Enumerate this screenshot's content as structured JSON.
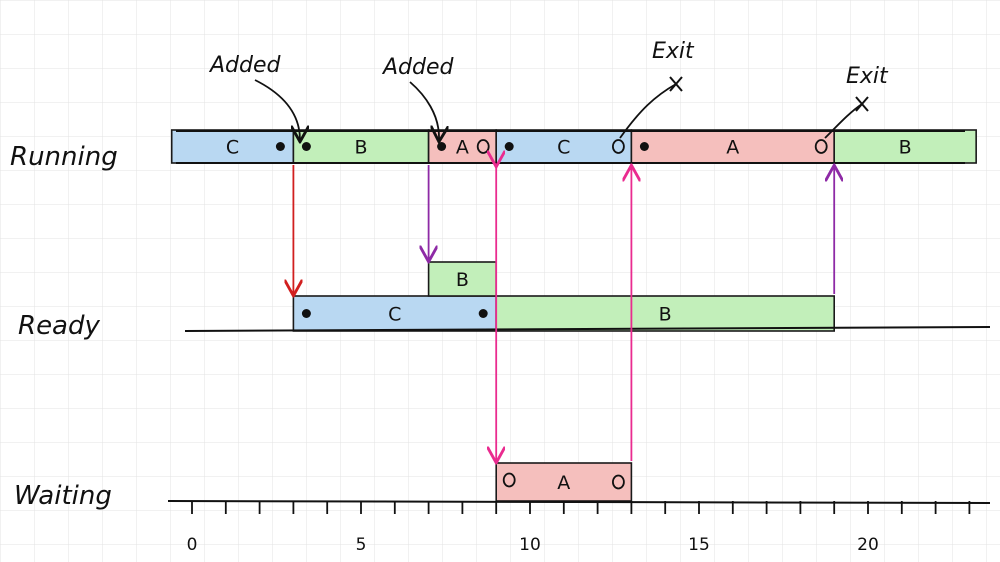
{
  "rows": {
    "running": "Running",
    "ready": "Ready",
    "waiting": "Waiting"
  },
  "annotations": {
    "added_1": "Added",
    "added_2": "Added",
    "exit_1": "Exit",
    "exit_2": "Exit"
  },
  "axis": {
    "min": 0,
    "max": 23,
    "tick_labels": [
      "0",
      "5",
      "10",
      "15",
      "20"
    ]
  },
  "colors": {
    "C": "#b9d8f2",
    "B": "#c2efba",
    "A": "#f5bfbd",
    "arrow_red": "#d11f1f",
    "arrow_purple": "#8e2aa6",
    "arrow_pink": "#ea2b8f"
  },
  "segments": {
    "running": [
      {
        "name": "C",
        "start": -0.6,
        "end": 3,
        "color": "C",
        "label": "C",
        "dot_end": true
      },
      {
        "name": "B",
        "start": 3,
        "end": 7,
        "color": "B",
        "label": "B",
        "dot_start": true
      },
      {
        "name": "A",
        "start": 7,
        "end": 9,
        "color": "A",
        "label": "A",
        "dot_start": true,
        "circle_end": true
      },
      {
        "name": "C",
        "start": 9,
        "end": 13,
        "color": "C",
        "label": "C",
        "dot_start": true,
        "circle_end": true
      },
      {
        "name": "A",
        "start": 13,
        "end": 19,
        "color": "A",
        "label": "A",
        "dot_start": true,
        "circle_end": true
      },
      {
        "name": "B",
        "start": 19,
        "end": 23.2,
        "color": "B",
        "label": "B"
      }
    ],
    "ready": [
      {
        "name": "C",
        "start": 3,
        "end": 9,
        "color": "C",
        "label": "C",
        "dot_start": true,
        "dot_end": true
      },
      {
        "name": "B",
        "start": 9,
        "end": 19,
        "color": "B",
        "label": "B"
      },
      {
        "name": "B",
        "start": 7,
        "end": 9,
        "color": "B",
        "label": "B",
        "stacked": true
      }
    ],
    "waiting": [
      {
        "name": "A",
        "start": 9,
        "end": 13,
        "color": "A",
        "label": "A",
        "circle_start": true,
        "circle_end": true
      }
    ]
  },
  "transitions": [
    {
      "from": "running",
      "to": "ready",
      "t": 3,
      "color": "arrow_red"
    },
    {
      "from": "running",
      "to": "ready_top",
      "t": 7,
      "color": "arrow_purple"
    },
    {
      "from": "running",
      "to": "waiting",
      "t": 9,
      "color": "arrow_pink",
      "double": true
    },
    {
      "from": "waiting",
      "to": "running",
      "t": 13,
      "color": "arrow_pink"
    },
    {
      "from": "ready",
      "to": "running",
      "t": 19,
      "color": "arrow_purple"
    }
  ]
}
